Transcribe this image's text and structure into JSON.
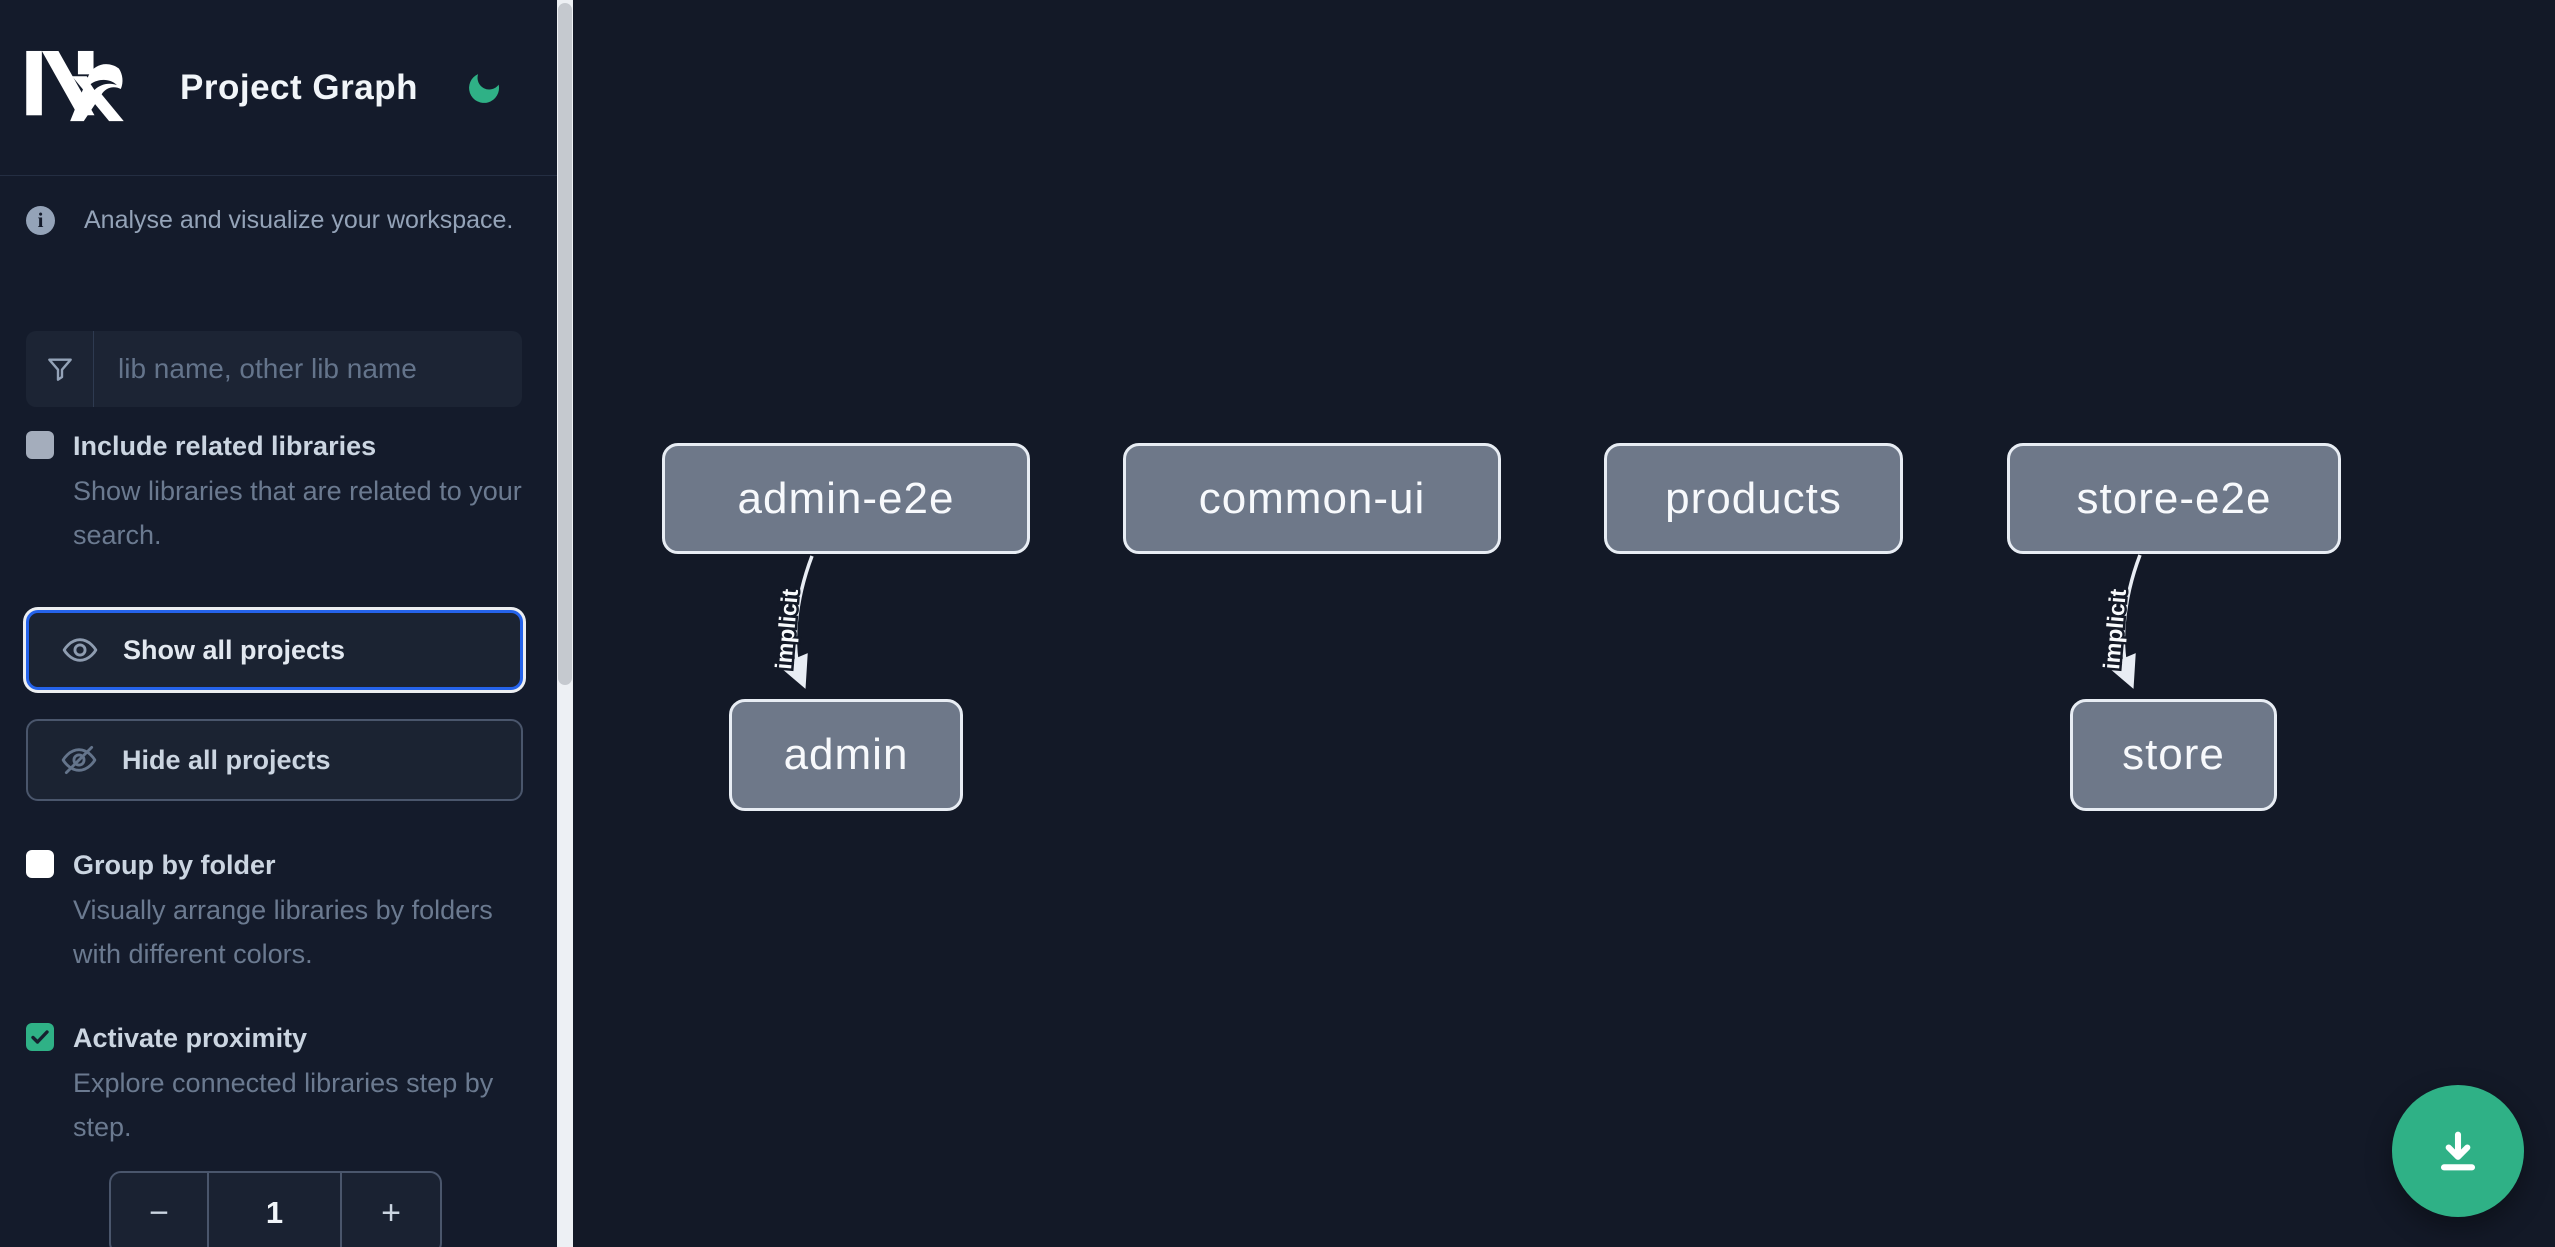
{
  "header": {
    "title": "Project Graph",
    "theme_toggle_icon": "moon-icon"
  },
  "sidebar": {
    "tagline": "Analyse and visualize your workspace.",
    "search": {
      "placeholder": "lib name, other lib name",
      "value": "",
      "icon": "filter-funnel-icon"
    },
    "include_related": {
      "label": "Include related libraries",
      "description": "Show libraries that are related to your search.",
      "checked": false
    },
    "actions": {
      "show_all": "Show all projects",
      "hide_all": "Hide all projects"
    },
    "group_by_folder": {
      "label": "Group by folder",
      "description": "Visually arrange libraries by folders with different colors.",
      "checked": false
    },
    "proximity": {
      "label": "Activate proximity",
      "description": "Explore connected libraries step by step.",
      "checked": true
    },
    "depth_stepper": {
      "decrement": "−",
      "value": "1",
      "increment": "+"
    }
  },
  "graph": {
    "nodes": [
      {
        "label": "admin-e2e"
      },
      {
        "label": "common-ui"
      },
      {
        "label": "products"
      },
      {
        "label": "store-e2e"
      },
      {
        "label": "admin"
      },
      {
        "label": "store"
      }
    ],
    "edges": [
      {
        "source": "admin-e2e",
        "target": "admin",
        "label": "implicit"
      },
      {
        "source": "store-e2e",
        "target": "store",
        "label": "implicit"
      }
    ]
  },
  "fab": {
    "icon": "download-icon"
  },
  "colors": {
    "background": "#131927",
    "accent_green": "#2fb186",
    "focus_blue": "#2563eb",
    "node_fill": "#6e7889",
    "node_border": "#e8edf4",
    "muted_text": "#6b7a90"
  }
}
